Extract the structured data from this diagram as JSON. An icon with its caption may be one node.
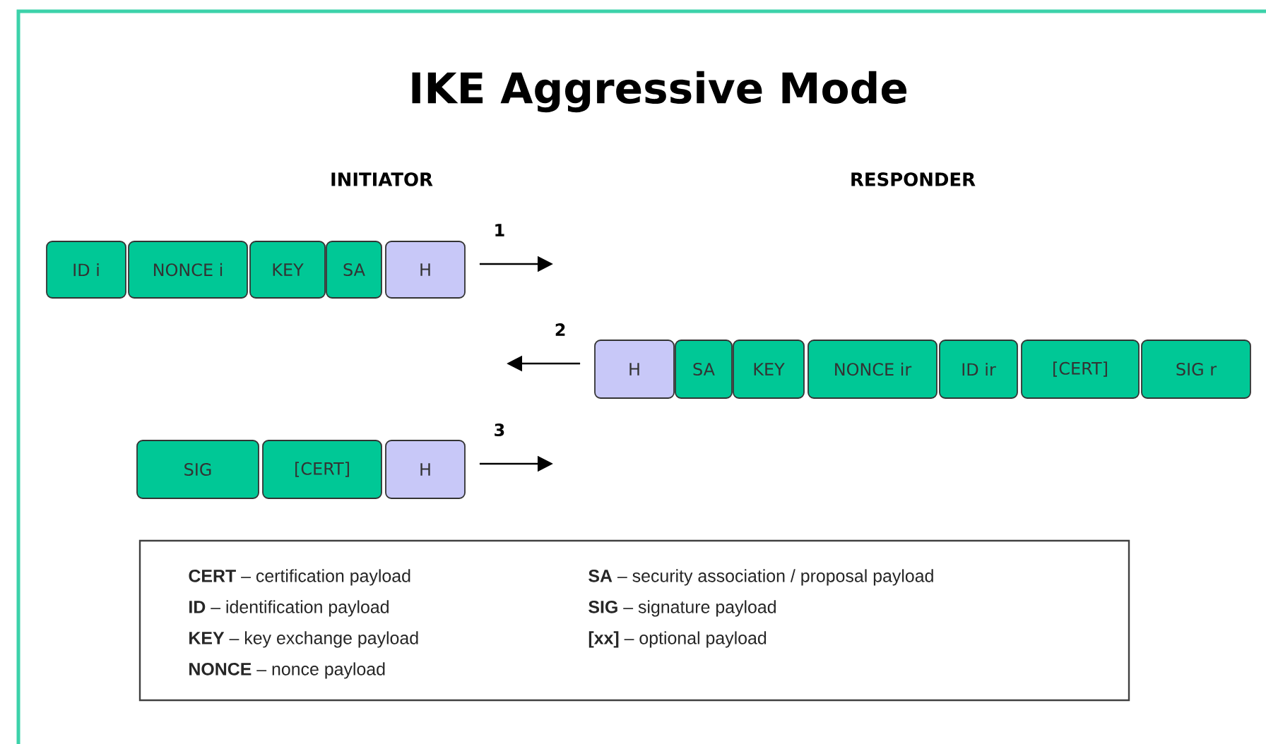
{
  "diagram": {
    "title": "IKE Aggressive Mode",
    "nodes": [
      {
        "text": [
          "ID i"
        ]
      },
      {
        "text": [
          "NONCE i"
        ]
      },
      {
        "text": [
          "KEY"
        ]
      },
      {
        "text": [
          "SA"
        ]
      },
      {
        "text": [
          "H"
        ]
      },
      {
        "text": [
          "H"
        ]
      },
      {
        "text": [
          "SA"
        ]
      },
      {
        "text": [
          "KEY"
        ]
      },
      {
        "text": [
          "NONCE ir"
        ]
      },
      {
        "text": [
          "ID ir"
        ]
      },
      {
        "text": [
          "[CERT]"
        ]
      },
      {
        "text": [
          "SIG r"
        ]
      },
      {
        "text": [
          "SIG"
        ]
      },
      {
        "text": [
          "[CERT]"
        ]
      },
      {
        "text": [
          "H"
        ]
      },
      {
        "text": [
          "**CERT** – certification payload",
          "**ID** – identification payload",
          "**KEY** – key exchange payload",
          "**NONCE** – nonce payload",
          "**SA** – security association / proposal payload",
          "**SIG** – signature payload",
          "**[xx]** – optional payload"
        ]
      }
    ],
    "edges": [
      {
        "from": 4,
        "to": null,
        "arrow": "to",
        "label": "1"
      },
      {
        "from": 5,
        "to": null,
        "arrow": "to",
        "label": "2"
      },
      {
        "from": 14,
        "to": null,
        "arrow": "to",
        "label": "3"
      }
    ],
    "labels": [
      "INITIATOR",
      "RESPONDER"
    ]
  }
}
